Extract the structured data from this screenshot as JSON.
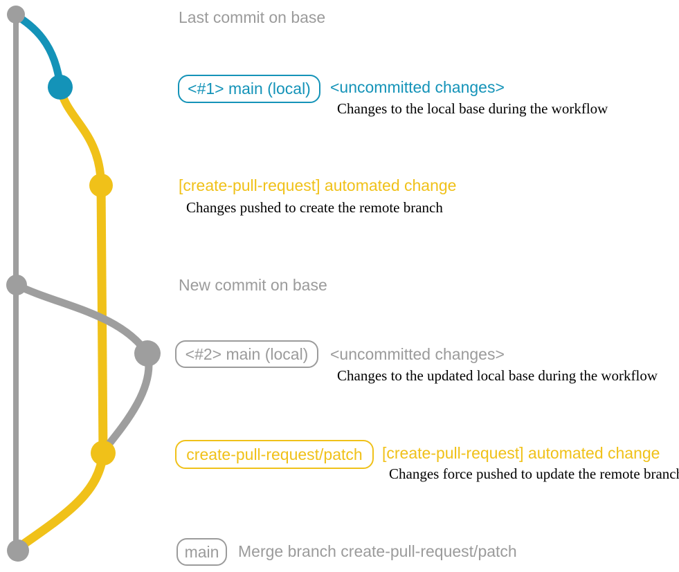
{
  "colors": {
    "teal": "#1493b8",
    "yellow": "#f0c119",
    "gray": "#9b9b9b",
    "graph-gray": "#9e9e9e",
    "ink": "#000000",
    "bg": "#ffffff"
  },
  "rows": {
    "last_commit": {
      "label": "Last commit on base"
    },
    "main_local_1": {
      "badge": "<#1> main (local)",
      "note": "<uncommitted changes>",
      "caption": "Changes to the local base during the workflow"
    },
    "automated_1": {
      "title": "[create-pull-request] automated change",
      "caption": "Changes pushed to create the remote branch"
    },
    "new_commit": {
      "label": "New commit on base"
    },
    "main_local_2": {
      "badge": "<#2> main (local)",
      "note": "<uncommitted changes>",
      "caption": "Changes to the updated local base during the workflow"
    },
    "patch_branch": {
      "badge": "create-pull-request/patch",
      "title": "[create-pull-request] automated change",
      "caption": "Changes force pushed to update the remote branch"
    },
    "merge": {
      "badge": "main",
      "label": "Merge branch create-pull-request/patch"
    }
  },
  "graph": {
    "branches": [
      {
        "name": "base-branch-main",
        "color_key": "graph-gray"
      },
      {
        "name": "local-main-uncommitted",
        "color_key": "teal"
      },
      {
        "name": "create-pull-request-patch",
        "color_key": "yellow"
      }
    ],
    "commits": [
      {
        "name": "last-commit-on-base",
        "branch": "base-branch-main"
      },
      {
        "name": "uncommitted-changes-1",
        "branch": "local-main-uncommitted"
      },
      {
        "name": "automated-change-push",
        "branch": "create-pull-request-patch"
      },
      {
        "name": "new-commit-on-base",
        "branch": "base-branch-main"
      },
      {
        "name": "uncommitted-changes-2",
        "branch": "local-main-uncommitted"
      },
      {
        "name": "automated-change-force-push",
        "branch": "create-pull-request-patch"
      },
      {
        "name": "merge-commit",
        "branch": "base-branch-main"
      }
    ]
  }
}
